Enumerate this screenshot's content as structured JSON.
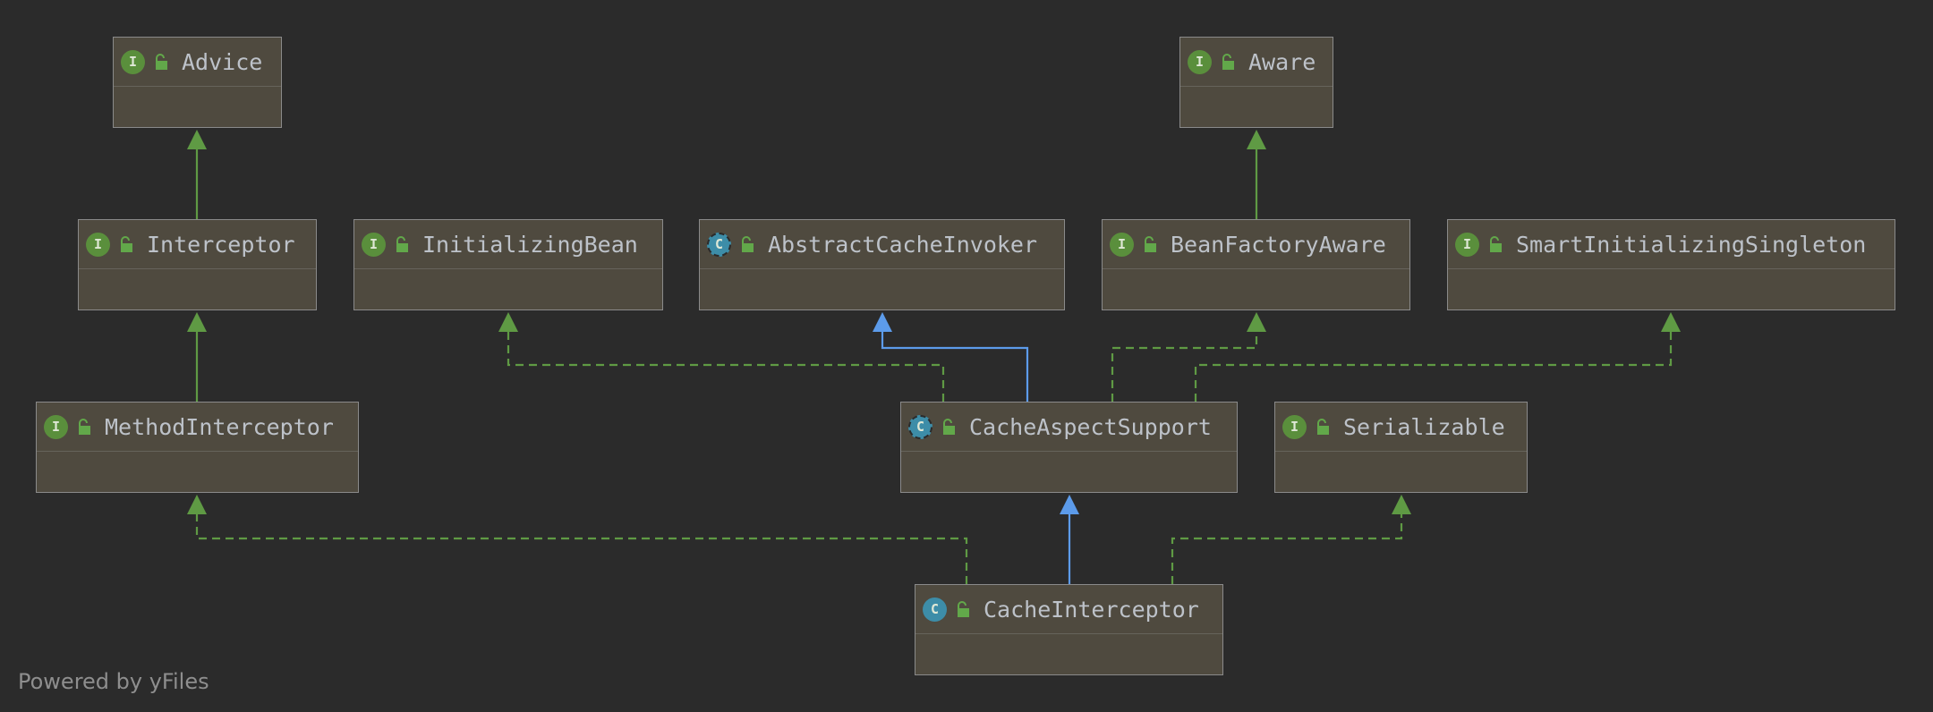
{
  "diagram": {
    "nodes": [
      {
        "id": "Advice",
        "label": "Advice",
        "kind": "interface"
      },
      {
        "id": "Aware",
        "label": "Aware",
        "kind": "interface"
      },
      {
        "id": "Interceptor",
        "label": "Interceptor",
        "kind": "interface"
      },
      {
        "id": "InitializingBean",
        "label": "InitializingBean",
        "kind": "interface"
      },
      {
        "id": "AbstractCacheInvoker",
        "label": "AbstractCacheInvoker",
        "kind": "abstract"
      },
      {
        "id": "BeanFactoryAware",
        "label": "BeanFactoryAware",
        "kind": "interface"
      },
      {
        "id": "SmartInitializingSingleton",
        "label": "SmartInitializingSingleton",
        "kind": "interface"
      },
      {
        "id": "MethodInterceptor",
        "label": "MethodInterceptor",
        "kind": "interface"
      },
      {
        "id": "CacheAspectSupport",
        "label": "CacheAspectSupport",
        "kind": "abstract"
      },
      {
        "id": "Serializable",
        "label": "Serializable",
        "kind": "interface"
      },
      {
        "id": "CacheInterceptor",
        "label": "CacheInterceptor",
        "kind": "class"
      }
    ],
    "edges": [
      {
        "from": "Interceptor",
        "to": "Advice",
        "type": "extends-interface"
      },
      {
        "from": "MethodInterceptor",
        "to": "Interceptor",
        "type": "extends-interface"
      },
      {
        "from": "BeanFactoryAware",
        "to": "Aware",
        "type": "extends-interface"
      },
      {
        "from": "CacheAspectSupport",
        "to": "InitializingBean",
        "type": "implements"
      },
      {
        "from": "CacheAspectSupport",
        "to": "AbstractCacheInvoker",
        "type": "extends-class"
      },
      {
        "from": "CacheAspectSupport",
        "to": "BeanFactoryAware",
        "type": "implements"
      },
      {
        "from": "CacheAspectSupport",
        "to": "SmartInitializingSingleton",
        "type": "implements"
      },
      {
        "from": "CacheInterceptor",
        "to": "MethodInterceptor",
        "type": "implements"
      },
      {
        "from": "CacheInterceptor",
        "to": "CacheAspectSupport",
        "type": "extends-class"
      },
      {
        "from": "CacheInterceptor",
        "to": "Serializable",
        "type": "implements"
      }
    ],
    "kind_letters": {
      "interface": "I",
      "class": "C",
      "abstract": "C"
    },
    "colors": {
      "background": "#2b2b2b",
      "node_fill": "#4f4a3f",
      "implements_edge": "#5f9a44",
      "extends_class_edge": "#5c9bea",
      "interface_badge": "#5a8f3c",
      "class_badge": "#3d8da8"
    },
    "icons": {
      "interface_badge": "interface-icon",
      "class_badge": "class-icon",
      "abstract_badge": "abstract-class-icon",
      "visibility": "lock-icon"
    }
  },
  "footer": {
    "text": "Powered by yFiles"
  }
}
